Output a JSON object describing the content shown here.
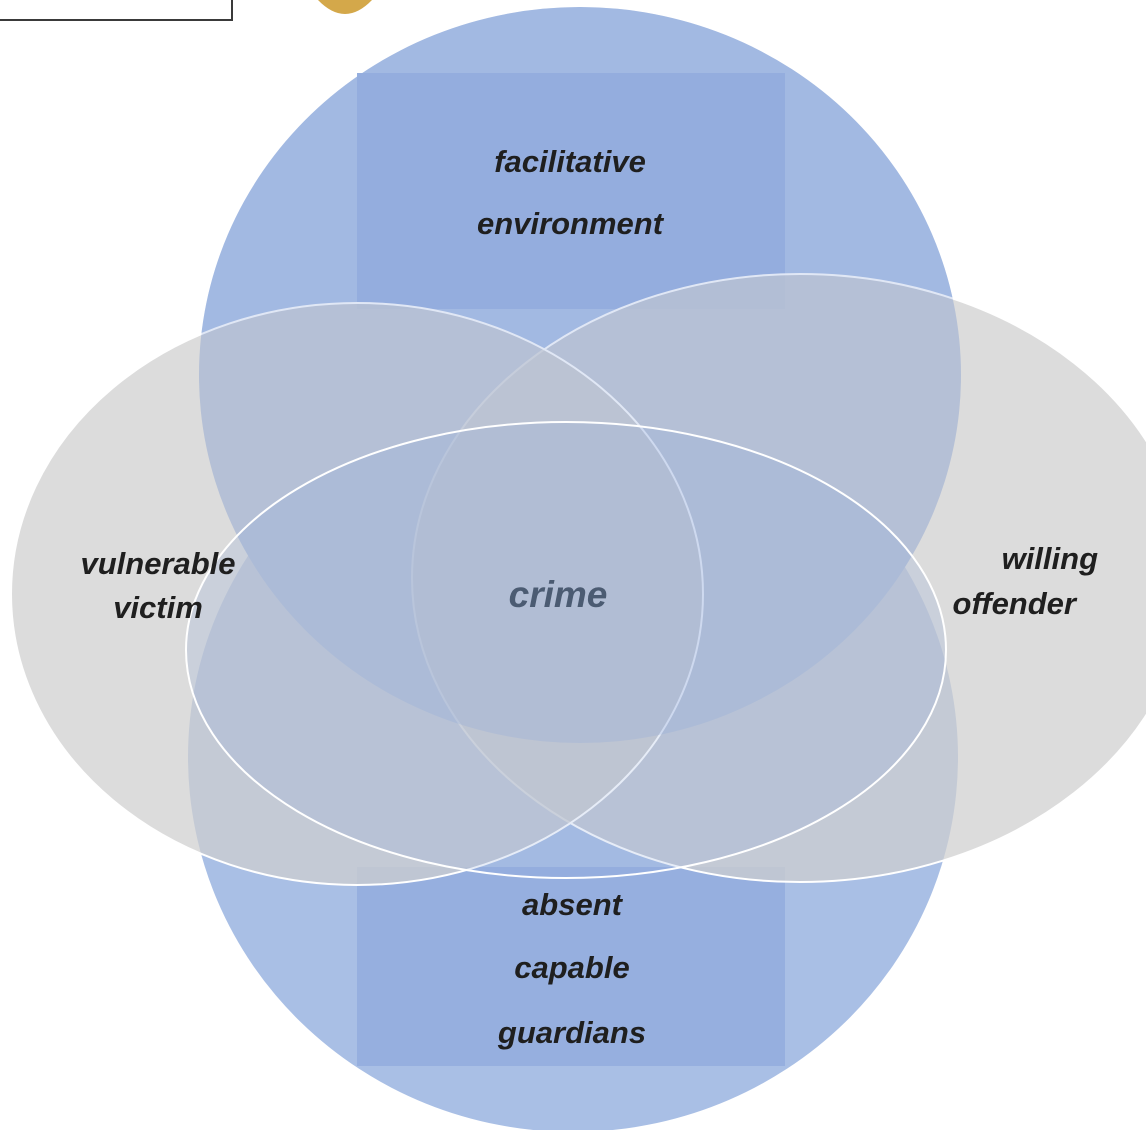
{
  "diagram": {
    "top": {
      "lines": [
        "facilitative",
        "environment"
      ]
    },
    "left": {
      "lines": [
        "vulnerable",
        "victim"
      ]
    },
    "right": {
      "lines": [
        "willing",
        "offender"
      ]
    },
    "bottom": {
      "lines": [
        "absent",
        "capable",
        "guardians"
      ]
    },
    "center": {
      "label": "crime"
    }
  },
  "colors": {
    "blue_circle": "#a9bfe5",
    "blue_box": "#96afdf",
    "grey_circle": "#dcdcdc",
    "outline": "#ffffff",
    "label_text": "#1f1f1f",
    "center_text": "#4b5b72"
  }
}
